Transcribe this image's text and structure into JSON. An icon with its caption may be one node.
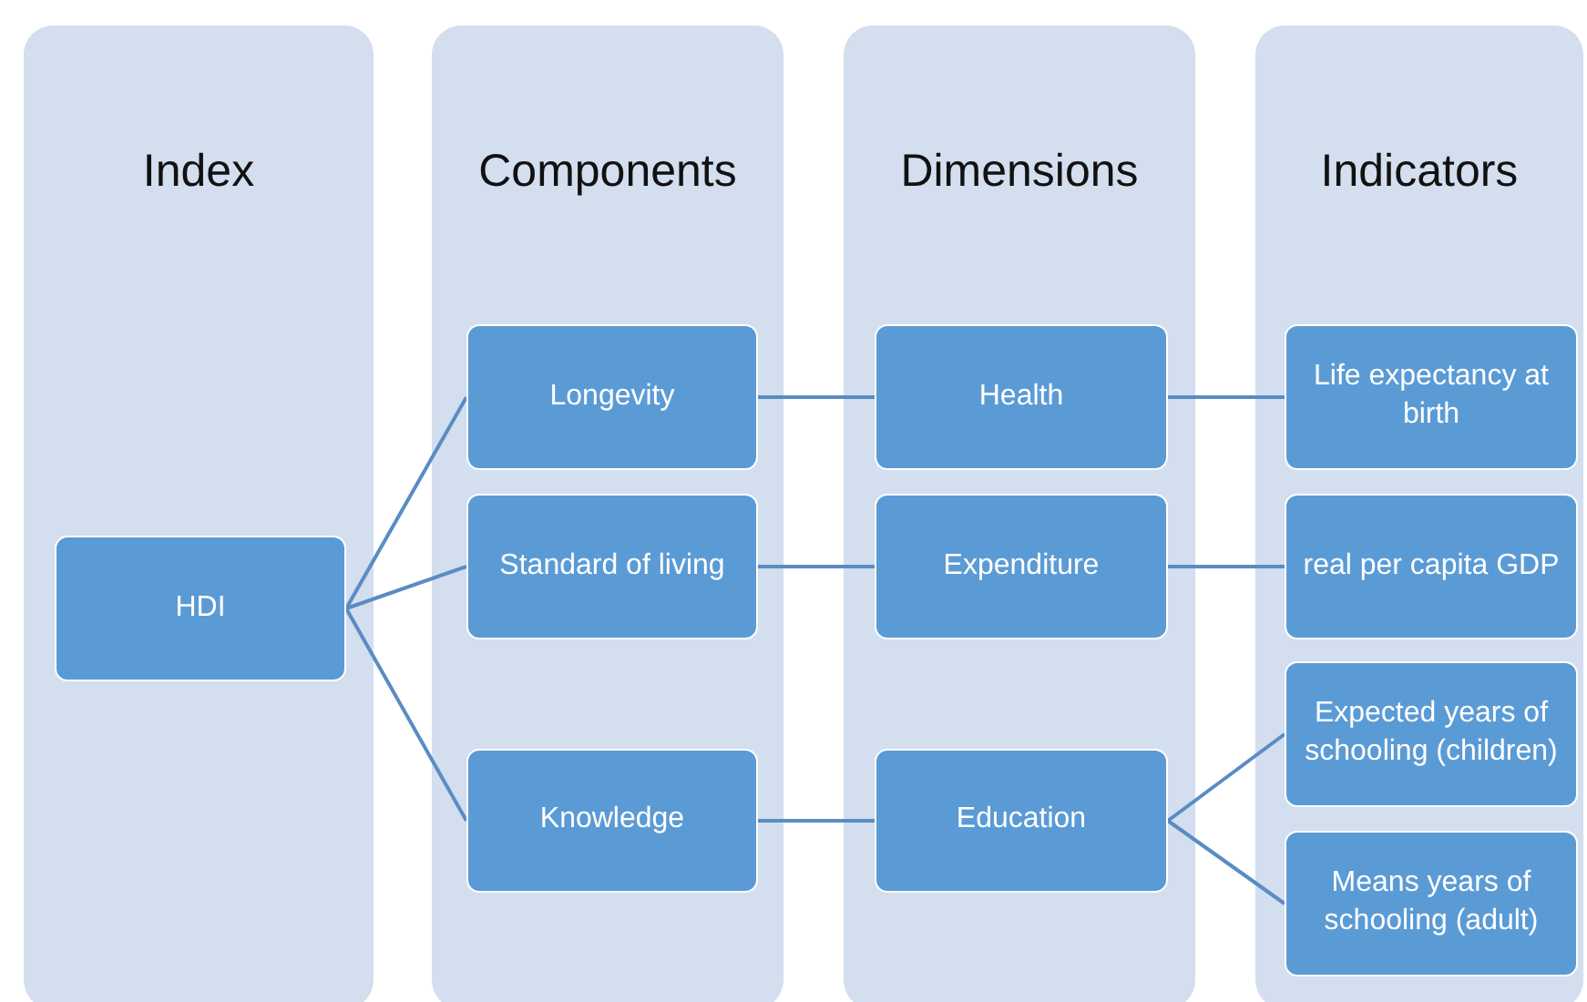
{
  "diagram": {
    "nodes": [
      {
        "text": [
          "Index"
        ]
      },
      {
        "text": [
          "Components"
        ]
      },
      {
        "text": [
          "Dimensions"
        ]
      },
      {
        "text": [
          "Indicators"
        ]
      },
      {
        "text": [
          "HDI"
        ],
        "in": 0
      },
      {
        "text": [
          "Longevity"
        ],
        "in": 1
      },
      {
        "text": [
          "Standard of living"
        ],
        "in": 1
      },
      {
        "text": [
          "Knowledge"
        ],
        "in": 1
      },
      {
        "text": [
          "Health"
        ],
        "in": 2
      },
      {
        "text": [
          "Expenditure"
        ],
        "in": 2
      },
      {
        "text": [
          "Education"
        ],
        "in": 2
      },
      {
        "text": [
          "Life expectancy at birth"
        ],
        "in": 3
      },
      {
        "text": [
          "real per capita GDP"
        ],
        "in": 3
      },
      {
        "text": [
          "Expected years of schooling (children)"
        ],
        "in": 3
      },
      {
        "text": [
          "Means years of schooling (adult)"
        ],
        "in": 3
      }
    ],
    "edges": [
      {
        "from": 4,
        "to": 5,
        "arrow": "none"
      },
      {
        "from": 4,
        "to": 6,
        "arrow": "none"
      },
      {
        "from": 4,
        "to": 7,
        "arrow": "none"
      },
      {
        "from": 5,
        "to": 8,
        "arrow": "none"
      },
      {
        "from": 6,
        "to": 9,
        "arrow": "none"
      },
      {
        "from": 7,
        "to": 10,
        "arrow": "none"
      },
      {
        "from": 8,
        "to": 11,
        "arrow": "none"
      },
      {
        "from": 9,
        "to": 12,
        "arrow": "none"
      },
      {
        "from": 10,
        "to": 13,
        "arrow": "none"
      },
      {
        "from": 10,
        "to": 14,
        "arrow": "none"
      }
    ]
  }
}
